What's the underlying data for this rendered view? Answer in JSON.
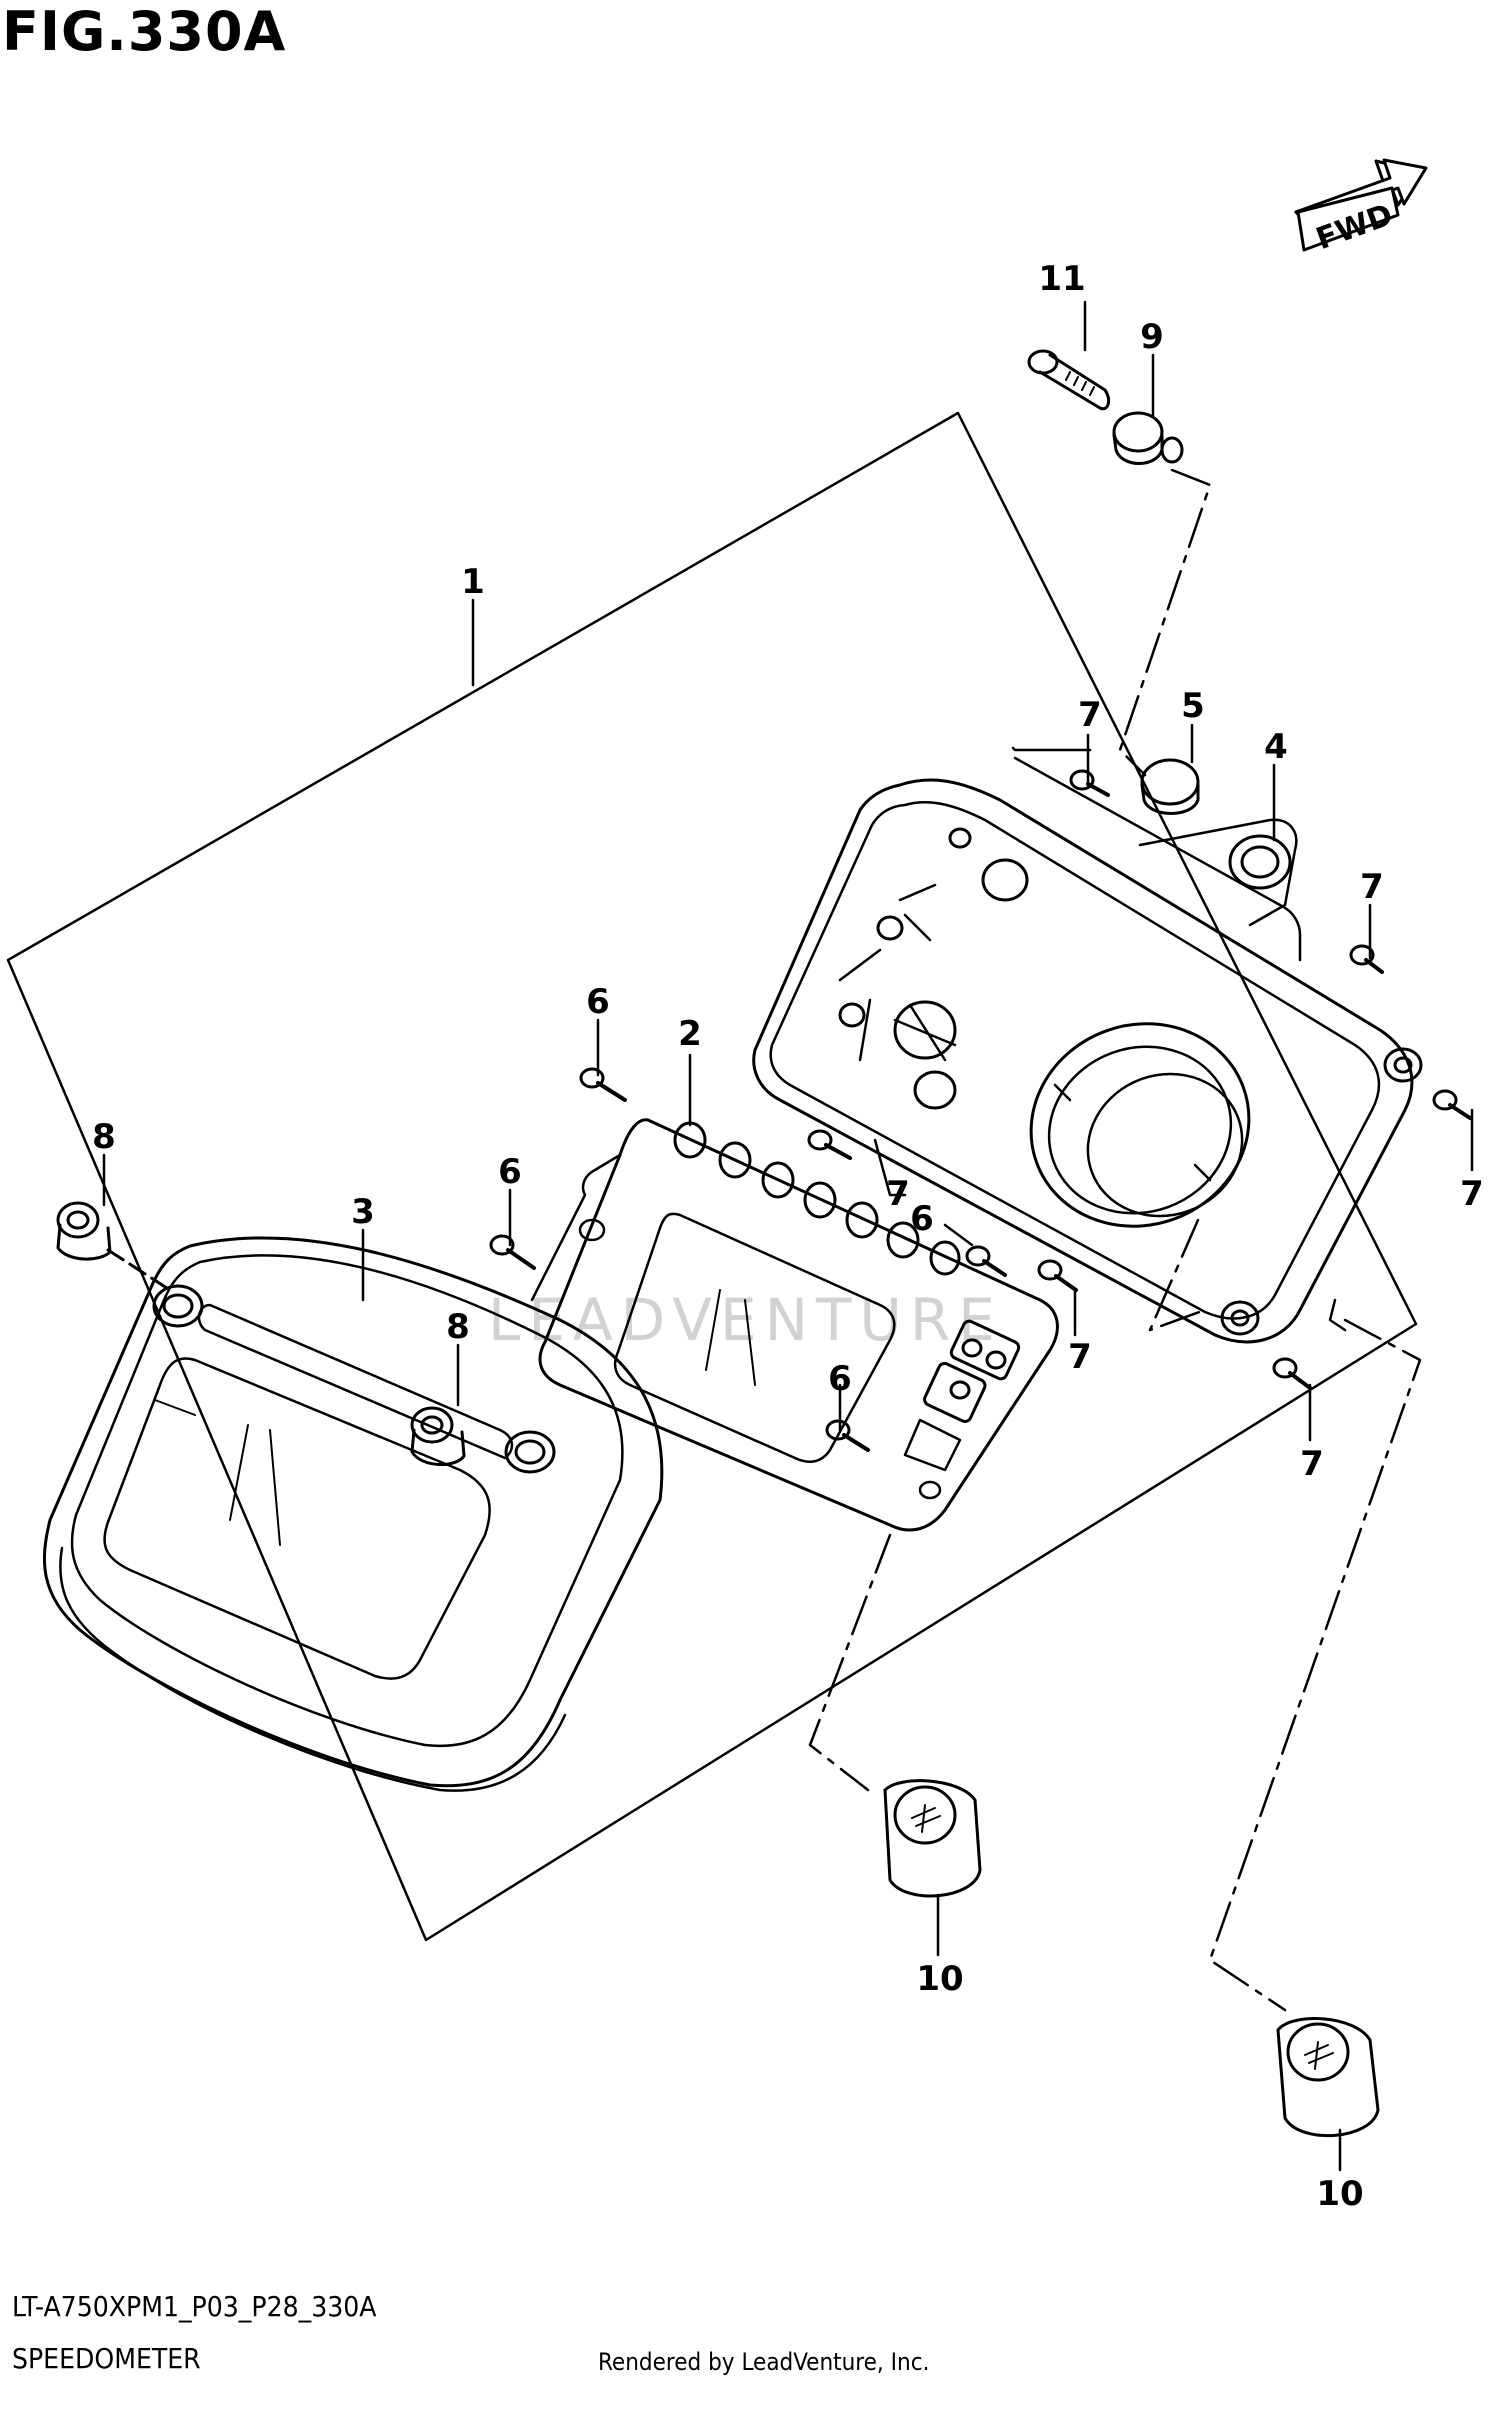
{
  "figure": {
    "title": "FIG.330A",
    "code": "LT-A750XPM1_P03_P28_330A",
    "name": "SPEEDOMETER",
    "rendered_by": "Rendered by LeadVenture, Inc.",
    "watermark": "LEADVENTURE",
    "direction_label": "FWD"
  },
  "callouts": [
    {
      "id": "c1",
      "label": "1"
    },
    {
      "id": "c2",
      "label": "2"
    },
    {
      "id": "c3",
      "label": "3"
    },
    {
      "id": "c4",
      "label": "4"
    },
    {
      "id": "c5",
      "label": "5"
    },
    {
      "id": "c6a",
      "label": "6"
    },
    {
      "id": "c6b",
      "label": "6"
    },
    {
      "id": "c6c",
      "label": "6"
    },
    {
      "id": "c6d",
      "label": "6"
    },
    {
      "id": "c7a",
      "label": "7"
    },
    {
      "id": "c7b",
      "label": "7"
    },
    {
      "id": "c7c",
      "label": "7"
    },
    {
      "id": "c7d",
      "label": "7"
    },
    {
      "id": "c7e",
      "label": "7"
    },
    {
      "id": "c7f",
      "label": "7"
    },
    {
      "id": "c8a",
      "label": "8"
    },
    {
      "id": "c8b",
      "label": "8"
    },
    {
      "id": "c9",
      "label": "9"
    },
    {
      "id": "c10a",
      "label": "10"
    },
    {
      "id": "c10b",
      "label": "10"
    },
    {
      "id": "c11",
      "label": "11"
    }
  ]
}
